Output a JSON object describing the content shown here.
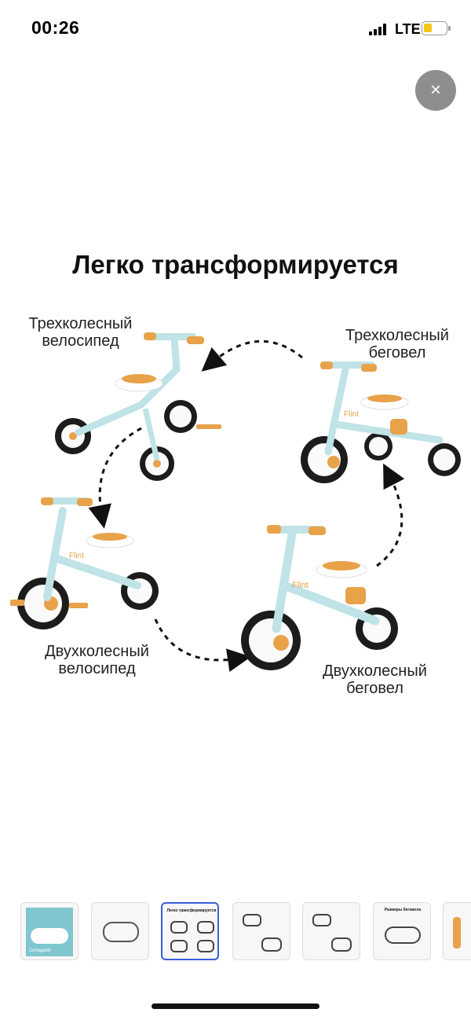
{
  "status": {
    "time": "00:26",
    "network": "LTE"
  },
  "close_label": "×",
  "image": {
    "title": "Легко трансформируется",
    "labels": {
      "tri_bike": "Трехколесный велосипед",
      "tri_balance": "Трехколесный беговел",
      "two_bike": "Двухколесный велосипед",
      "two_balance": "Двухколесный беговел"
    },
    "brand": "Flint"
  },
  "thumbnails": {
    "active_index": 2,
    "items": [
      {
        "name": "thumb-1",
        "caption": "Складной"
      },
      {
        "name": "thumb-2"
      },
      {
        "name": "thumb-3",
        "caption": "Легко трансформируется"
      },
      {
        "name": "thumb-4"
      },
      {
        "name": "thumb-5"
      },
      {
        "name": "thumb-6",
        "caption": "Размеры беговела"
      },
      {
        "name": "thumb-7"
      }
    ]
  },
  "colors": {
    "frame": "#bfe3e6",
    "accent": "#e8a24a",
    "tire": "#1c1c1c"
  }
}
